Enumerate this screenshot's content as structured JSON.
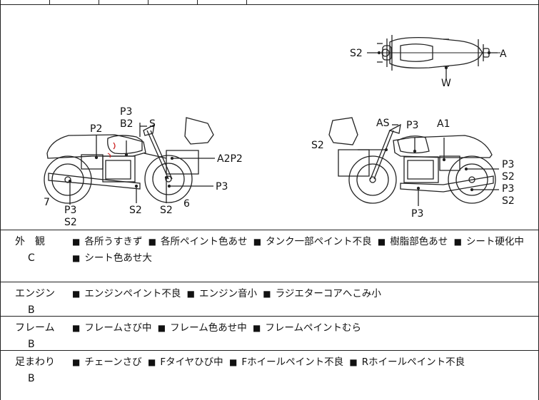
{
  "labels": {
    "top_view": {
      "s2": "S2",
      "a": "A",
      "w": "W"
    },
    "left_side": {
      "p3_top": "P3",
      "b2": "B2",
      "s_top": "S",
      "p2": "P2",
      "a2p2": "A2P2",
      "p3_right": "P3",
      "num6": "6",
      "num7": "7",
      "p3_bottom": "P3",
      "s2_bottom": "S2",
      "s2_under1": "S2",
      "s2_under2": "S2"
    },
    "right_side": {
      "as": "AS",
      "p3_top": "P3",
      "a1": "A1",
      "s2_left": "S2",
      "p3_r1": "P3",
      "s2_r1": "S2",
      "p3_r2": "P3",
      "s2_r2": "S2",
      "p3_bottom": "P3"
    }
  },
  "sections": [
    {
      "category": "外　観",
      "grade": "C",
      "items": [
        "各所うすきず",
        "各所ペイント色あせ",
        "タンク一部ペイント不良",
        "樹脂部色あせ",
        "シート硬化中",
        "シート色あせ大"
      ]
    },
    {
      "category": "エンジン",
      "grade": "B",
      "items": [
        "エンジンペイント不良",
        "エンジン音小",
        "ラジエターコアへこみ小"
      ]
    },
    {
      "category": "フレーム",
      "grade": "B",
      "items": [
        "フレームさび中",
        "フレーム色あせ中",
        "フレームペイントむら"
      ]
    },
    {
      "category": "足まわり",
      "grade": "B",
      "items": [
        "チェーンさび",
        "Fタイヤひび中",
        "Fホイールペイント不良",
        "Rホイールペイント不良"
      ]
    }
  ],
  "bullet": "■",
  "colors": {
    "line": "#222222",
    "mark": "#cc2222"
  }
}
